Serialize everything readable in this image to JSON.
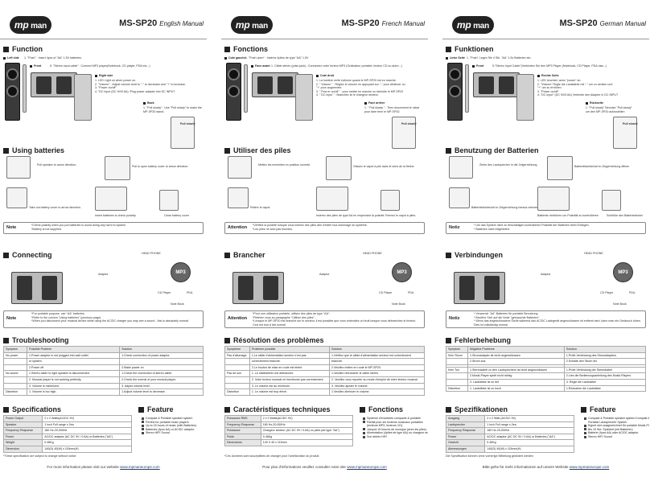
{
  "brand": {
    "mp": "mp",
    "man": "man"
  },
  "columns": [
    {
      "model": "MS-SP20",
      "manual": "English Manual",
      "sections": {
        "function": "Function",
        "batteries": "Using batteries",
        "connecting": "Connecting",
        "troubleshooting": "Troubleshooting",
        "specifications": "Specifications",
        "feature": "Feature"
      },
      "function": {
        "left_side": "Left side",
        "left_text": "1. \"Push\" : Insert 4pcs of \"AA\" 1.5V batteries.",
        "front": "Front",
        "front_text": "5. \"Stereo input cable\" : Connect MP3 player(Notebook, CD player, PDA etc...)",
        "right_side": "Right side",
        "right_lines": [
          "1. LED Light on when power on.",
          "2. \"Volume\" : Adjust volume level to \"-\" to decrease and \"+\" to increase.",
          "3. \"Power on/off\"",
          "4. \"DC input (DC 9V/0.6A) :Plug power adapter into DC INPUT"
        ],
        "back": "Back",
        "back_lines": [
          "1. \"Pull slowly\" : Use \"Pull slowly\" to make the",
          "   MP-SP20 stand."
        ],
        "pull_slowly": "Pull slowly"
      },
      "batteries": {
        "step1": "Pull speaker to arrow direction.",
        "step2": "Pull to open battery cover to arrow direction.",
        "step3": "Take out battery cover to arrow direction.",
        "step4": "Insert batteries to check polarity",
        "step5": "Close battery cover",
        "note_label": "Note",
        "note_lines": [
          "*Check polarity when you put batteries to avoid doing any harm to system.",
          "*Battery is not supplied."
        ]
      },
      "connecting": {
        "adaptor": "Adaptor",
        "head_phone": "HEAD PHONE",
        "mp3": "MP3",
        "cd_player": "CD Player",
        "pda": "PDA",
        "note_book": "Note Book",
        "note_label": "Note",
        "note_lines": [
          "*For portable purpose, use \"AA\" batteries.",
          "*Refer to the column \"Using batteries\" (previous page).",
          "*When you disconnect your musical device while using the AC/DC charger you may see a sound - this is absolutely normal."
        ]
      },
      "troubleshooting": {
        "headers": [
          "Symptom",
          "Possible Problem",
          "Solution"
        ],
        "rows": [
          [
            "No power",
            "1.Power adaptor is not plugged into wall outlet",
            "1.Check connection of power adaptor."
          ],
          [
            "",
            "or system.",
            ""
          ],
          [
            "",
            "2.Power off",
            "2.Make power on"
          ],
          [
            "No sound",
            "1.Stereo cable to right speaker is disconnected.",
            "1.Check the connection of stereo cable."
          ],
          [
            "",
            "2. Musical player is not working perfectly.",
            "2.Check the normal of your musical player."
          ],
          [
            "",
            "3. Volume is minimized.",
            "3. Adjust volume level ."
          ],
          [
            "Distortion",
            "1. Volume is too high.",
            "1.Adjust volume level to decrease ."
          ]
        ]
      },
      "specifications": {
        "rows": [
          [
            "Power Output",
            "2 x 2 Watts(AC/DC 9V)"
          ],
          [
            "Speaker",
            "1 inch Full range x 2ea"
          ],
          [
            "Frequency Response",
            "180 Hz-20,000Hz"
          ],
          [
            "Power",
            "AC/DC adaptor (AC DC 9V / 0.6A) or Batteries (\"AA\")"
          ],
          [
            "Weight",
            "0.46Kg"
          ],
          [
            "Dimension",
            "140(D) 40(W) x 115mm(H)"
          ]
        ],
        "footnote": "*These specification are subject to change without notice"
      },
      "features": [
        "Compact & Portable speaker system",
        "Perfect for portable music players.",
        "Up to 15 hours of music (with Batteries)",
        "Batteries (4pcs AA) or AC/DC adaptor.",
        "Stereo HIFI Sound"
      ],
      "footer": {
        "text": "For more information please visit our website",
        "link": "www.mpmaneurope.com"
      }
    },
    {
      "model": "MS-SP20",
      "manual": "French Manual",
      "sections": {
        "function": "Fonctions",
        "batteries": "Utiliser des piles",
        "connecting": "Brancher",
        "troubleshooting": "Résolution des problèmes",
        "specifications": "Caractéristiques techniques",
        "feature": "Fonctions"
      },
      "function": {
        "left_side": "Coté gauche",
        "left_text": "1. \"Push open\" : Insérez 4piles de type \"AA\" 1.5V",
        "front": "Face avant",
        "front_text": "1. Câble stéréo (prise jack) : Connectez votre lecteur MP3 (Ordinateur portable, lecteur CD ou autre...)",
        "right_side": "Coté droit",
        "right_lines": [
          "1. La lumière verte s'allume quand le MP-SP20 est en marche.",
          "2. \" Volume \" : Réglez le volume en appuyant sur \"-\" pour diminuer ou",
          "   \"+\" pour augmenter.",
          "3. \" Pow er on/off \" : pour mettre en marche ou éteindre le MP-SP20",
          "4. \" DC input \" : Branchez ici le chargeur secteur."
        ],
        "back": "Face arrière",
        "back_lines": [
          "1. \" Pull slowly \" : Tirez doucement le rabat",
          "   pour faire tenir le MP-SP20."
        ],
        "pull_slowly": "Pull slowly"
      },
      "batteries": {
        "step1": "Mettez les enceintes en position ouverte.",
        "step2": "Glissez le capot à pile dans le sens de la flèche.",
        "step3": "Retirer le capot.",
        "step4": "Insérez des piles de type AA en respectant la polarité.",
        "step5": "Fermez le capot à piles.",
        "note_label": "Attention",
        "note_lines": [
          "*Vérifiez la polarité lorsque vous insérez des piles afin d'éviter tout dommage du système.",
          "*Les piles ne sont pas fournies."
        ]
      },
      "connecting": {
        "adaptor": "Adaptor",
        "head_phone": "HEAD PHONE",
        "mp3": "MP3",
        "cd_player": "CD Player",
        "pda": "PDA",
        "note_book": "Note Book",
        "note_label": "Attention",
        "note_lines": [
          "*Pour une utilisation portable, utilisez des piles de type \"AA\".",
          "*Referez vous au paragraphe \"Utiliser des piles\".",
          "*Lorsque le MP-SP20 est branché sur le secteur, il est possible que vous entendiez un bruit lorsque vous débranchez le lecteur.",
          " Ceci est tout à fait normal"
        ]
      },
      "troubleshooting": {
        "headers": [
          "Symptôme",
          "Problème possible",
          "Solution"
        ],
        "rows": [
          [
            "Pas d'allumage",
            "1.Le câble d'alimentation secteur n'est pas",
            "1.Vérifiez que le câble d'alimentation secteur est correctement"
          ],
          [
            "",
            "  correctement branché.",
            "  branché."
          ],
          [
            "",
            "2.Le bouton de mise en route est éteint.",
            "2.Veuillez mettre en route le MP-SP20."
          ],
          [
            "Pas de son",
            "1. Le câblestéréo est débranché.",
            "1.Veuillez rebrancher le câble stéréo."
          ],
          [
            "",
            "2. Votre lecteur musical ne fonctionne pas correctement.",
            "2. Veuillez vous reporter au mode d'emploi de votre lecteur musical."
          ],
          [
            "",
            "3. Le volume est au minimum.",
            "3. Veuillez ajuster le volume."
          ],
          [
            "Distortion",
            "1. Le volume est trop élevé.",
            "1.Veuillez diminuer le volume."
          ]
        ]
      },
      "specifications": {
        "rows": [
          [
            "Puissance RMS",
            "2 x 2 Watts(AC/DC 9V)"
          ],
          [
            "Frequency Response",
            "180 Hz-20,000Hz"
          ],
          [
            "Puissance",
            "Chargeur secteur (AC DC 9V / 0.6A) ou piles (de type \"AA\")"
          ],
          [
            "Poids",
            "0.46Kg"
          ],
          [
            "Dimensions",
            "140 X 40 x 115mm"
          ]
        ],
        "footnote": "*Ces données sont susceptibles de changer pour l'amélioration du produit."
      },
      "features": [
        "Système d'enceintes compacte & portable",
        "Parfait pour les lecteurs musicaux portables",
        " (lecteurs MP3, lecteurs CD).",
        "Jusqu'à 15 heures de musique (avec les piles)",
        "Alimentation (4piles de type AA) ou chargeur secteur.",
        "Son stéréo HiFi"
      ],
      "footer": {
        "text": "Pour plus d'informations veuillez consulter notre site",
        "link": "www.mpmaneurope.com"
      }
    },
    {
      "model": "MS-SP20",
      "manual": "German Manual",
      "sections": {
        "function": "Funktionen",
        "batteries": "Benutzung der Batterien",
        "connecting": "Verbindungen",
        "troubleshooting": "Fehlerbehebung",
        "specifications": "Spezifikationen",
        "feature": "Feature"
      },
      "function": {
        "left_side": "Linke Seite",
        "left_text": "1. \"Push\" Legen Sie 4 Stk. \"AA\" 1,5v Batterien ein.",
        "front": "Front",
        "front_text": "5.\"Stereo Input Cable\"(Verbinden Sie den MP3 Player (Notebook, CD Player, PDA usw...)",
        "right_side": "Rechte Seite",
        "right_lines": [
          "1. LED leuchtet, wenn \"power\" an",
          "2. \"Volume\" Regle die Lautstärke mit \"-\" um zu senken und",
          "   \"+\" um zu erhöhen",
          "3. \"Power on/off\"",
          "4. \"DC input\" (DC 9V/0.6A) Verbinde den Adapter in DC INPUT"
        ],
        "back": "Rückseite",
        "back_lines": [
          "1. \"Pull slowly\" Benutze \"Pull slowly\"",
          "   um den MP-SP20 aufzustellen"
        ],
        "pull_slowly": "Pull slowly"
      },
      "batteries": {
        "step1": "Ziehe den Lautsprecher in die Zeigerrichtung",
        "step2": "Batteriefachdeckel in Zeigerrichtung öffnen",
        "step3": "Batteriefachdeckel in Zeigerrichtung heraus nehmen",
        "step4": "Batterien einführen um Polarität zu kontrollieren",
        "step5": "Schließe den Batteriedeckel",
        "note_label": "Notiz",
        "note_lines": [
          "* Um das System nicht zu beschädigen kontrollieren Polarität der Batterien beim Einlegen.",
          "* Batterien nicht mitgeliefert."
        ]
      },
      "connecting": {
        "adaptor": "Adaptor",
        "head_phone": "HEAD PHONE",
        "mp3": "MP3",
        "cd_player": "CD Player",
        "pda": "PDA",
        "note_book": "Note Book",
        "note_label": "Notiz",
        "note_lines": [
          "* Verwende \"AA\" Batterien für portable Benutzung",
          "* Beziehe Sich auf die Notiz \"gebrauchte Batterien\"",
          "* Wenn das angeschlossene Gerät während das AC/DC Ladegerät angeschlossen ist entfernt wird, kann man ein Geräusch hören.",
          "  Dies ist vollständig normal."
        ]
      },
      "troubleshooting": {
        "headers": [
          "Symptom",
          "Mögliche Probleme",
          "Solution"
        ],
        "rows": [
          [
            "Kein Strom",
            "1.Stromadapter ist nicht angeschlossen",
            "1.Prüfe Verbindung des Stromadapters"
          ],
          [
            "",
            "2.Strom aus",
            "2.Schalte den Strom ein"
          ],
          [
            "",
            "",
            ""
          ],
          [
            "Kein Ton",
            "1.Stereokabel zu den Lautsprechern ist nicht angeschlossen",
            "1.Prüfe Verbindung der Stereokabel"
          ],
          [
            "",
            "2.Musik-Player spielt nicht richtig",
            "2.Lies die Bedienungsanleitung des Musik-Players"
          ],
          [
            "",
            "3. Lautstärke ist zu tief",
            "3. Regle die Lautstärke"
          ],
          [
            "Distortion",
            "1. Lautstärke ist zu hoch",
            "1.Reduziere die Lautstärke"
          ]
        ]
      },
      "specifications": {
        "rows": [
          [
            "Ausgang",
            "2 x 2 Watt (AC/DC 9V)"
          ],
          [
            "Lautsprecher",
            "1 inch Full range x 2ea"
          ],
          [
            "Frequency Response",
            "180 Hz-20,000Hz"
          ],
          [
            "Power",
            "AC/DC adaptor (AC DC 9V / 0.6A) or Batteries (\"AA\")"
          ],
          [
            "Gewicht",
            "0.46Kg"
          ],
          [
            "Abmessungen",
            "140(D) 40(W) x 115mm(H)"
          ]
        ],
        "footnote": "Die Spezifikation können ohne vorherige Mitteilung geändert werden"
      },
      "features": [
        "Compact & Portable speaker system Kompakt &",
        " Portable Lautsprecher System",
        "Eignet sich ausgezeichnet für portable Musik-Player",
        "Bis 15 Std. Spielzeit (mit Batterien)",
        "Batterie (4pcs AA) oder AC/DC adaptor.",
        "Stereo HIFI Sound"
      ],
      "footer": {
        "text": "Bitte gehe für mehr informationen auf unsere Website",
        "link": "www.mpmaneurope.com"
      }
    }
  ]
}
